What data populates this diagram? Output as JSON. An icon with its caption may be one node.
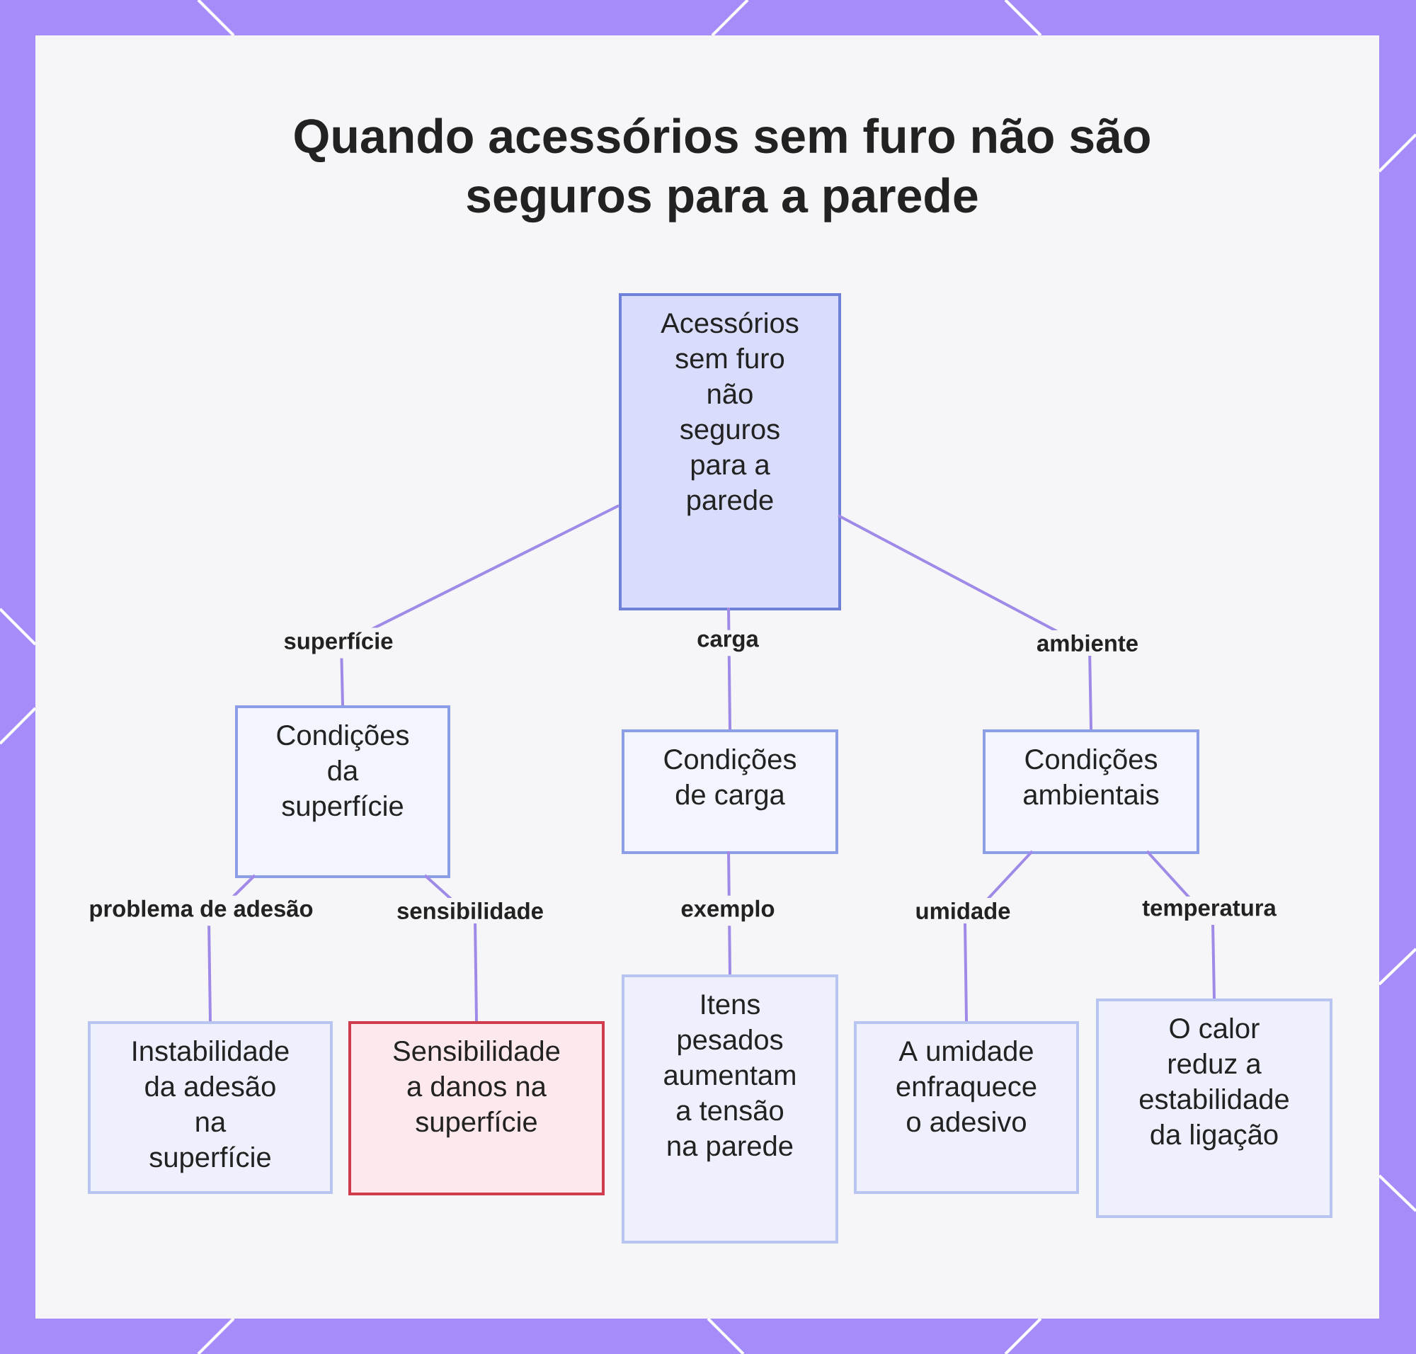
{
  "diagram": {
    "title": "Quando acessórios sem furo não são seguros para a parede",
    "nodes": [
      {
        "text": [
          "Acessórios sem furo não seguros para a parede"
        ]
      },
      {
        "text": [
          "Condições da superfície"
        ]
      },
      {
        "text": [
          "Condições de carga"
        ]
      },
      {
        "text": [
          "Condições ambientais"
        ]
      },
      {
        "text": [
          "Instabilidade da adesão na superfície"
        ]
      },
      {
        "text": [
          "Sensibilidade a danos na superfície"
        ]
      },
      {
        "text": [
          "Itens pesados aumentam a tensão na parede"
        ]
      },
      {
        "text": [
          "A umidade enfraquece o adesivo"
        ]
      },
      {
        "text": [
          "O calor reduz a estabilidade da ligação"
        ]
      }
    ],
    "edges": [
      {
        "from": 0,
        "to": 1,
        "arrow": "none",
        "label": "superfície"
      },
      {
        "from": 0,
        "to": 2,
        "arrow": "none",
        "label": "carga"
      },
      {
        "from": 0,
        "to": 3,
        "arrow": "none",
        "label": "ambiente"
      },
      {
        "from": 1,
        "to": 4,
        "arrow": "none",
        "label": "problema de adesão"
      },
      {
        "from": 1,
        "to": 5,
        "arrow": "none",
        "label": "sensibilidade"
      },
      {
        "from": 2,
        "to": 6,
        "arrow": "none",
        "label": "exemplo"
      },
      {
        "from": 3,
        "to": 7,
        "arrow": "none",
        "label": "umidade"
      },
      {
        "from": 3,
        "to": 8,
        "arrow": "none",
        "label": "temperatura"
      }
    ]
  }
}
